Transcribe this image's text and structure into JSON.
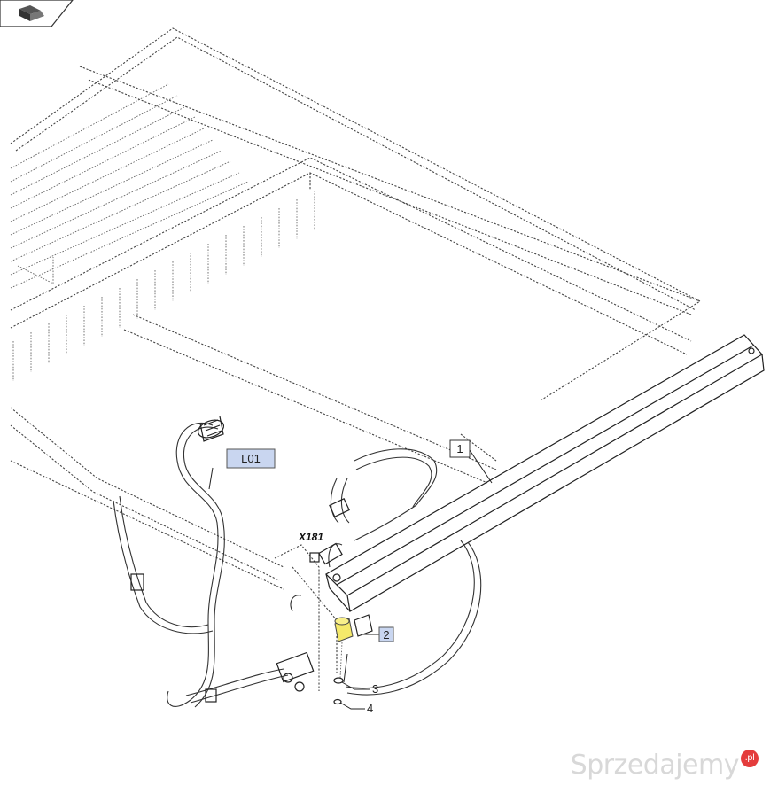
{
  "callouts": {
    "part_1": "1",
    "part_2": "2",
    "part_3": "3",
    "part_4": "4",
    "harness_l01": "L01",
    "connector_x181": "X181"
  },
  "watermark": {
    "text": "Sprzedajemy",
    "badge": ".pl"
  },
  "colors": {
    "highlight_part": "#f5e96a",
    "callout_highlight": "#c9d6f0",
    "watermark_badge": "#e43c3c"
  },
  "icons": {
    "nav_tab": "flat-cable-icon"
  }
}
